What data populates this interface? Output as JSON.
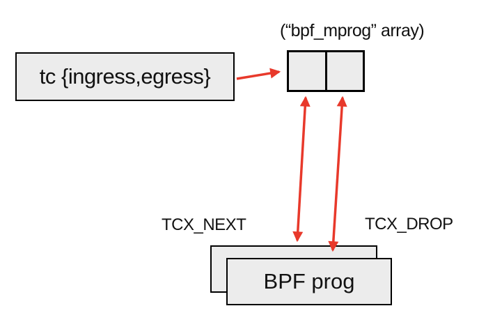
{
  "diagram": {
    "tc_box": {
      "label": "tc {ingress,egress}"
    },
    "mprog": {
      "caption": "(“bpf_mprog” array)",
      "cell_count": 2
    },
    "return_codes": {
      "tcx_next": "TCX_NEXT",
      "tcx_drop": "TCX_DROP"
    },
    "bpf_stack": {
      "front_label": "BPF prog"
    }
  },
  "colors": {
    "arrow": "#e8392b",
    "box_fill": "#ececec",
    "box_border": "#000000",
    "text": "#111111"
  },
  "icons": {
    "arrow_right": "tc-to-mprog-arrow",
    "arrow_double_left": "mprog-bpf-left-double-arrow",
    "arrow_double_right": "mprog-bpf-right-double-arrow"
  }
}
